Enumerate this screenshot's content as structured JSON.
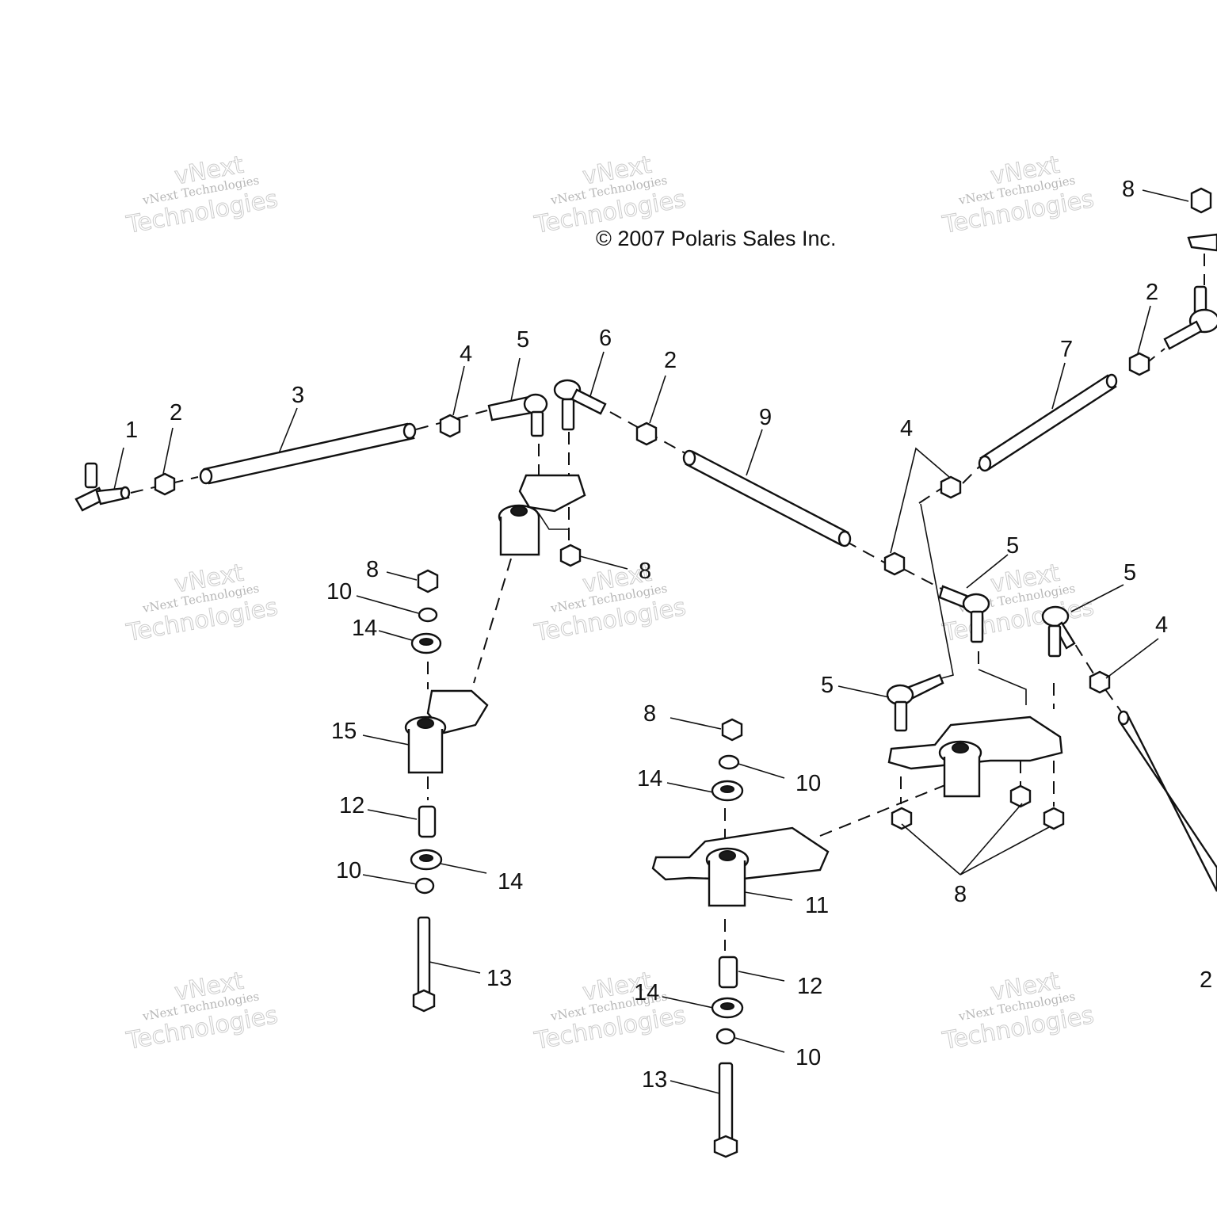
{
  "copyright": "© 2007 Polaris Sales Inc.",
  "watermark": {
    "small": "vNext Technologies",
    "big_top": "vNext",
    "big_bottom": "Technologies"
  },
  "callouts": [
    "1",
    "2",
    "3",
    "4",
    "5",
    "6",
    "2",
    "9",
    "4",
    "7",
    "2",
    "8",
    "5",
    "5",
    "4",
    "5",
    "8",
    "10",
    "14",
    "15",
    "12",
    "10",
    "14",
    "13",
    "8",
    "8",
    "10",
    "14",
    "11",
    "12",
    "14",
    "10",
    "13",
    "8",
    "2"
  ]
}
